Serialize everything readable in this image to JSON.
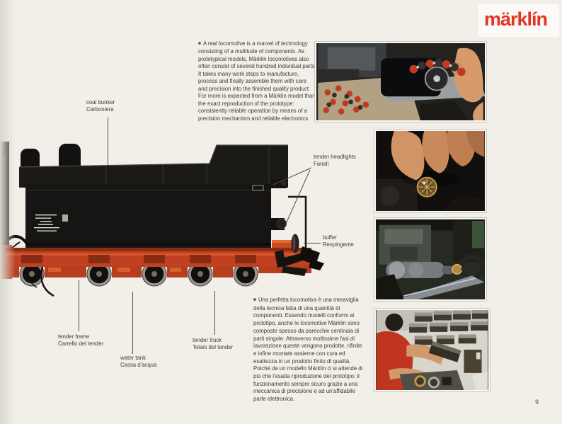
{
  "page": {
    "number": "9",
    "background": "#f1efe8"
  },
  "logo": {
    "text": "märklín",
    "color": "#e13425"
  },
  "bullets": {
    "square": "■"
  },
  "intro": {
    "en": "A real locomotive is a marvel of technology consisting of a multitude of components. As prototypical models, Märklin locomotives also often consist of several hundred individual parts. It takes many work steps to manufacture, process and finally assemble them with care and precision into the finished quality product. For more is expected from a Märklin model than the exact reproduction of the prototype: consistently reliable operation by means of a precision mechanism and reliable electronics.",
    "it": "Una perfetta locomotiva è una meraviglia della tecnica fatta di una quantità di componenti. Essendo modelli conformi al prototipo, anche le locomotive Märklin sono composte spesso da parecchie centinaia di parti singole. Attraverso moltissime fasi di lavorazione queste vengono prodotte, rifinite e infine montate assieme con cura ed esattezza in un prodotto finito di qualità. Poiché da un modello Märklin ci si attende di più che l'esatta riproduzione del prototipo: il funzionamento sempre sicuro grazie a una meccanica di precisione e ad un'affidabile parte elettronica."
  },
  "diagram_labels": {
    "coal_bunker": {
      "en": "coal bunker",
      "it": "Carboniera"
    },
    "tender_headlights": {
      "en": "tender headlights",
      "it": "Fanali"
    },
    "buffer": {
      "en": "buffer",
      "it": "Respingente"
    },
    "tender_frame": {
      "en": "tender frame",
      "it": "Carrello del tender"
    },
    "water_tank": {
      "en": "water tank",
      "it": "Cassa d'acqua"
    },
    "tender_truck": {
      "en": "tender truck",
      "it": "Telaio del tender"
    }
  },
  "photos": [
    {
      "name": "motor-assembly-photo"
    },
    {
      "name": "gear-inspection-photo"
    },
    {
      "name": "parts-machining-photo"
    },
    {
      "name": "final-assembly-photo"
    }
  ],
  "colors": {
    "logo_red": "#e13425",
    "chassis_red": "#bf4122",
    "body_black": "#161513",
    "text": "#3c3c3a"
  }
}
